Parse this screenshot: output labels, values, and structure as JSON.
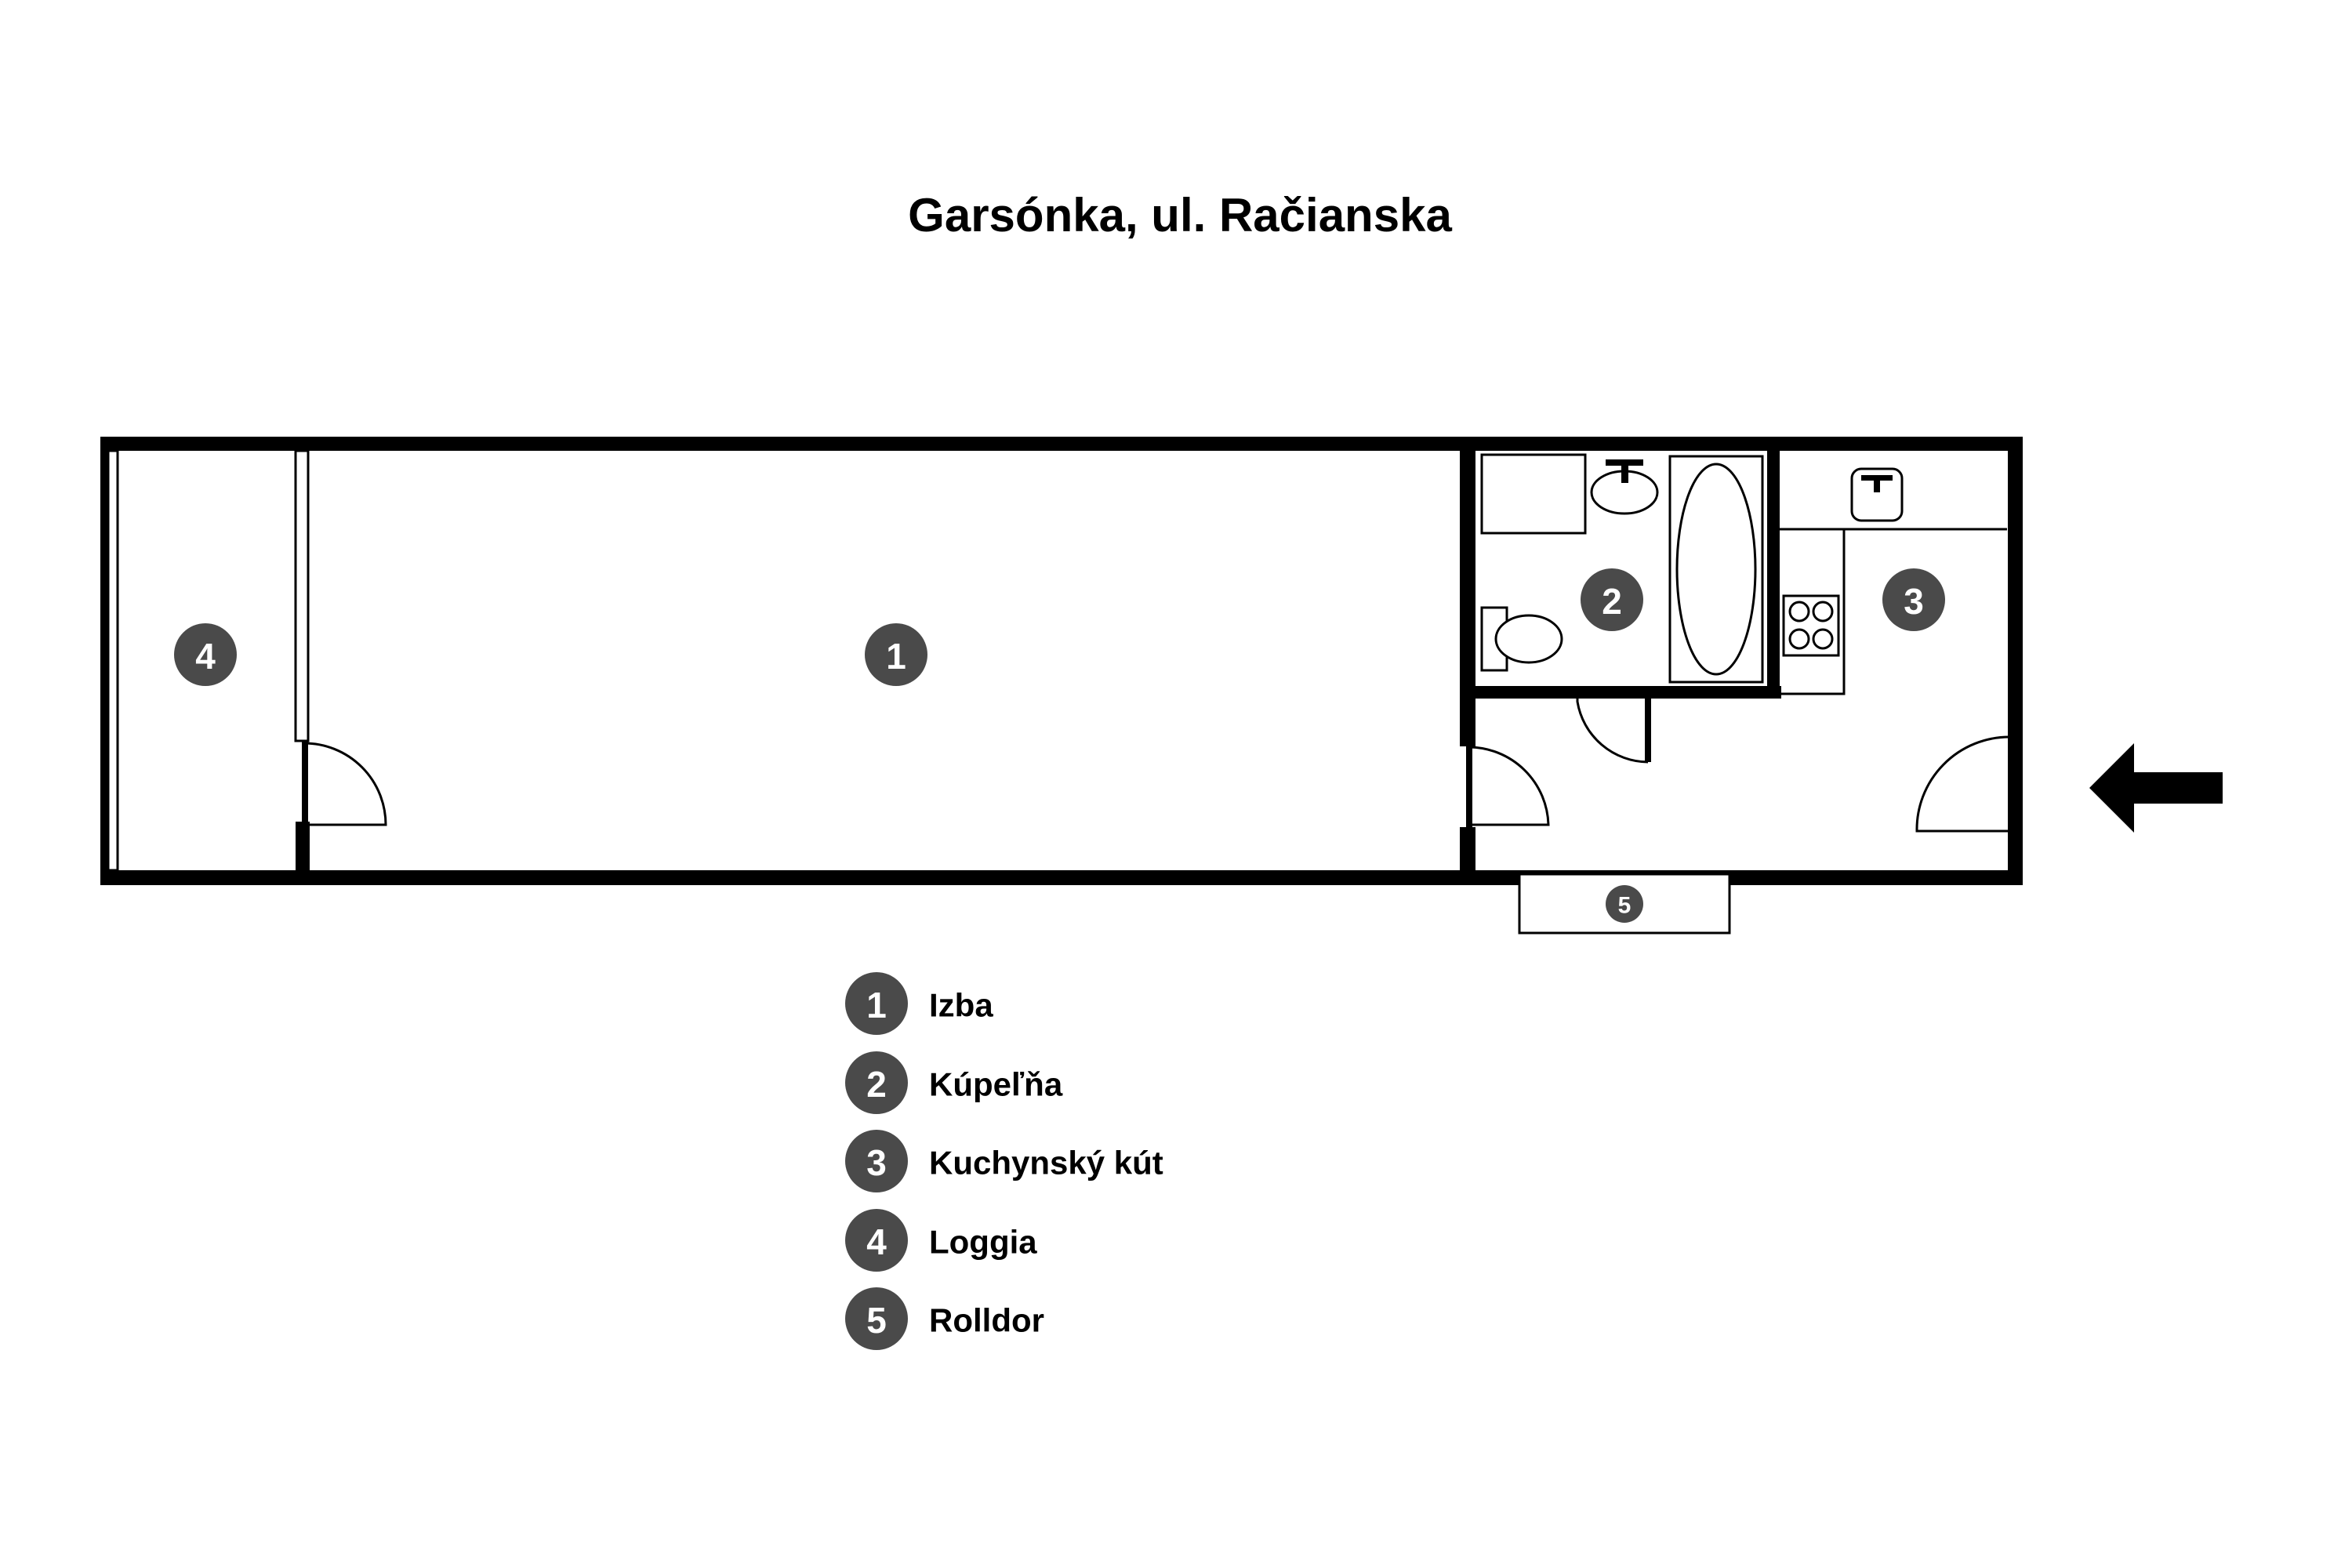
{
  "title": "Garsónka, ul. Račianska",
  "rooms": [
    {
      "number": "1",
      "name": "Izba"
    },
    {
      "number": "2",
      "name": "Kúpeľňa"
    },
    {
      "number": "3",
      "name": "Kuchynský kút"
    },
    {
      "number": "4",
      "name": "Loggia"
    },
    {
      "number": "5",
      "name": "Rolldor"
    }
  ],
  "colors": {
    "wall": "#000000",
    "badge": "#4a4a4a",
    "background": "#ffffff"
  },
  "icons": [
    "entrance-arrow-icon",
    "door-icon",
    "bathtub-icon",
    "sink-icon",
    "toilet-icon",
    "stove-icon"
  ]
}
